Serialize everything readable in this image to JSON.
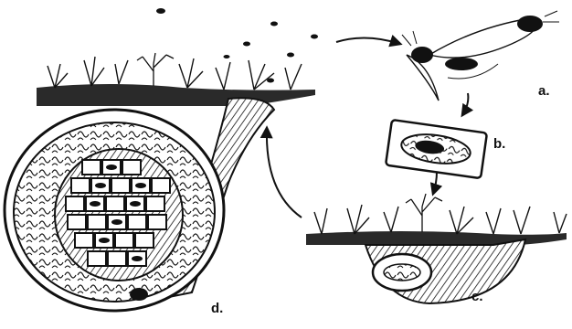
{
  "labels": {
    "a": "a.",
    "b": "b.",
    "c": "c.",
    "d": "d."
  },
  "colors": {
    "ink": "#111111",
    "paper": "#ffffff",
    "soil": "#2a2a2a"
  }
}
